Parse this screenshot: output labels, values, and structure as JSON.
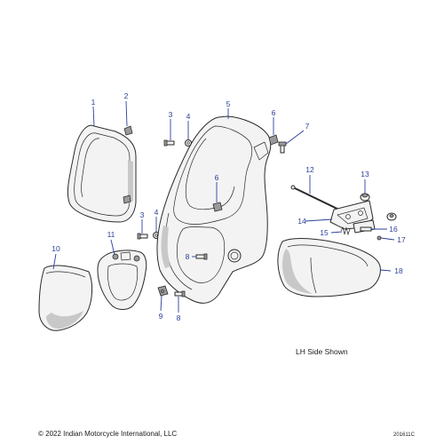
{
  "callouts": {
    "c1": "1",
    "c2": "2",
    "c3a": "3",
    "c3b": "3",
    "c4a": "4",
    "c4b": "4",
    "c5": "5",
    "c6a": "6",
    "c6b": "6",
    "c7": "7",
    "c8a": "8",
    "c8b": "8",
    "c9": "9",
    "c10": "10",
    "c11": "11",
    "c12": "12",
    "c13": "13",
    "c14": "14",
    "c15": "15",
    "c16": "16",
    "c17": "17",
    "c18": "18"
  },
  "note": "LH Side Shown",
  "copyright": "© 2022 Indian Motorcycle International, LLC",
  "drawing_number": "201611C",
  "colors": {
    "callout": "#2b3f9a",
    "line": "#2a2a2a",
    "part_fill": "#f3f3f3"
  }
}
